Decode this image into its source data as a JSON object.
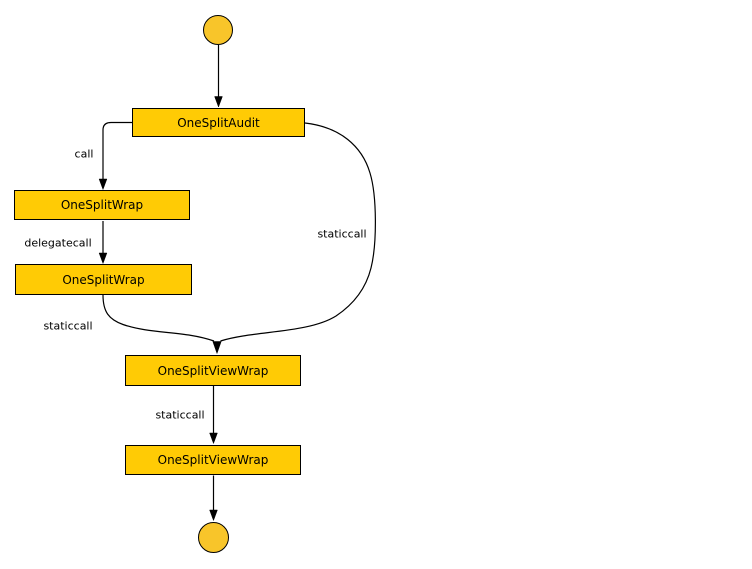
{
  "diagram": {
    "type": "call-graph",
    "nodes": {
      "start": {
        "shape": "circle"
      },
      "one_split_audit": {
        "label": "OneSplitAudit"
      },
      "one_split_wrap_1": {
        "label": "OneSplitWrap"
      },
      "one_split_wrap_2": {
        "label": "OneSplitWrap"
      },
      "one_split_view_wrap_1": {
        "label": "OneSplitViewWrap"
      },
      "one_split_view_wrap_2": {
        "label": "OneSplitViewWrap"
      },
      "end": {
        "shape": "circle"
      }
    },
    "edges": [
      {
        "from": "start",
        "to": "one_split_audit",
        "label": ""
      },
      {
        "from": "one_split_audit",
        "to": "one_split_wrap_1",
        "label": "call"
      },
      {
        "from": "one_split_wrap_1",
        "to": "one_split_wrap_2",
        "label": "delegatecall"
      },
      {
        "from": "one_split_wrap_2",
        "to": "one_split_view_wrap_1",
        "label": "staticcall"
      },
      {
        "from": "one_split_audit",
        "to": "one_split_view_wrap_1",
        "label": "staticcall"
      },
      {
        "from": "one_split_view_wrap_1",
        "to": "one_split_view_wrap_2",
        "label": "staticcall"
      },
      {
        "from": "one_split_view_wrap_2",
        "to": "end",
        "label": ""
      }
    ],
    "colors": {
      "node_fill": "#FFCB05",
      "terminal_fill": "#F8C52A",
      "node_border": "#000000",
      "edge_stroke": "#000000",
      "label_text": "#000000",
      "background": "#FFFFFF"
    }
  }
}
